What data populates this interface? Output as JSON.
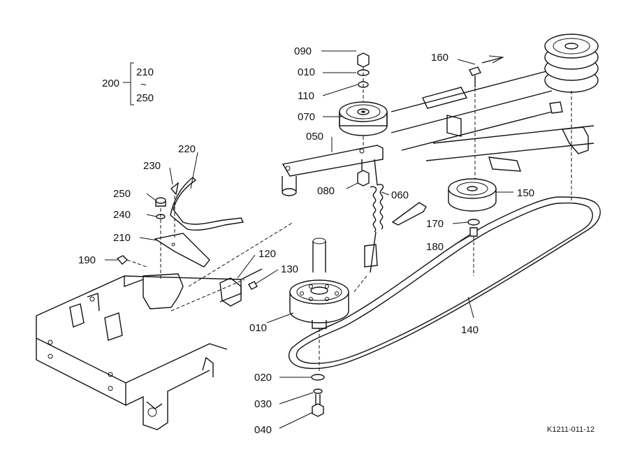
{
  "labels": {
    "p200": "200",
    "p210a": "210",
    "p250a": "250",
    "p220": "220",
    "p230": "230",
    "p250": "250",
    "p240": "240",
    "p210": "210",
    "p190": "190",
    "p120": "120",
    "p130": "130",
    "p090": "090",
    "p010top": "010",
    "p110": "110",
    "p070": "070",
    "p050": "050",
    "p080": "080",
    "p060": "060",
    "p160": "160",
    "p150": "150",
    "p170": "170",
    "p180": "180",
    "p010": "010",
    "p140": "140",
    "p020": "020",
    "p030": "030",
    "p040": "040"
  },
  "range_mark": "~",
  "figure_code": "K1211-011-12"
}
